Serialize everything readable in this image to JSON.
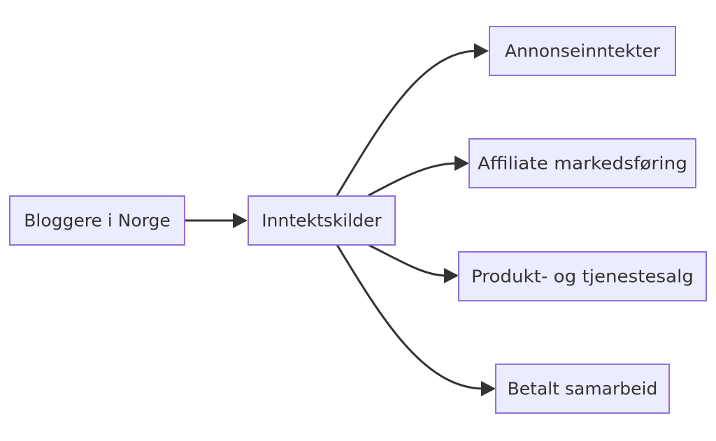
{
  "diagram": {
    "nodes": {
      "source": "Bloggere i Norge",
      "hub": "Inntektskilder",
      "ads": "Annonseinntekter",
      "affiliate": "Affiliate markedsføring",
      "sales": "Produkt- og tjenestesalg",
      "sponsored": "Betalt samarbeid"
    },
    "edges": [
      {
        "from": "source",
        "to": "hub"
      },
      {
        "from": "hub",
        "to": "ads"
      },
      {
        "from": "hub",
        "to": "affiliate"
      },
      {
        "from": "hub",
        "to": "sales"
      },
      {
        "from": "hub",
        "to": "sponsored"
      }
    ],
    "colors": {
      "node_fill": "#ECECFF",
      "node_border": "#9370DB",
      "edge": "#333333",
      "text": "#333333"
    }
  }
}
